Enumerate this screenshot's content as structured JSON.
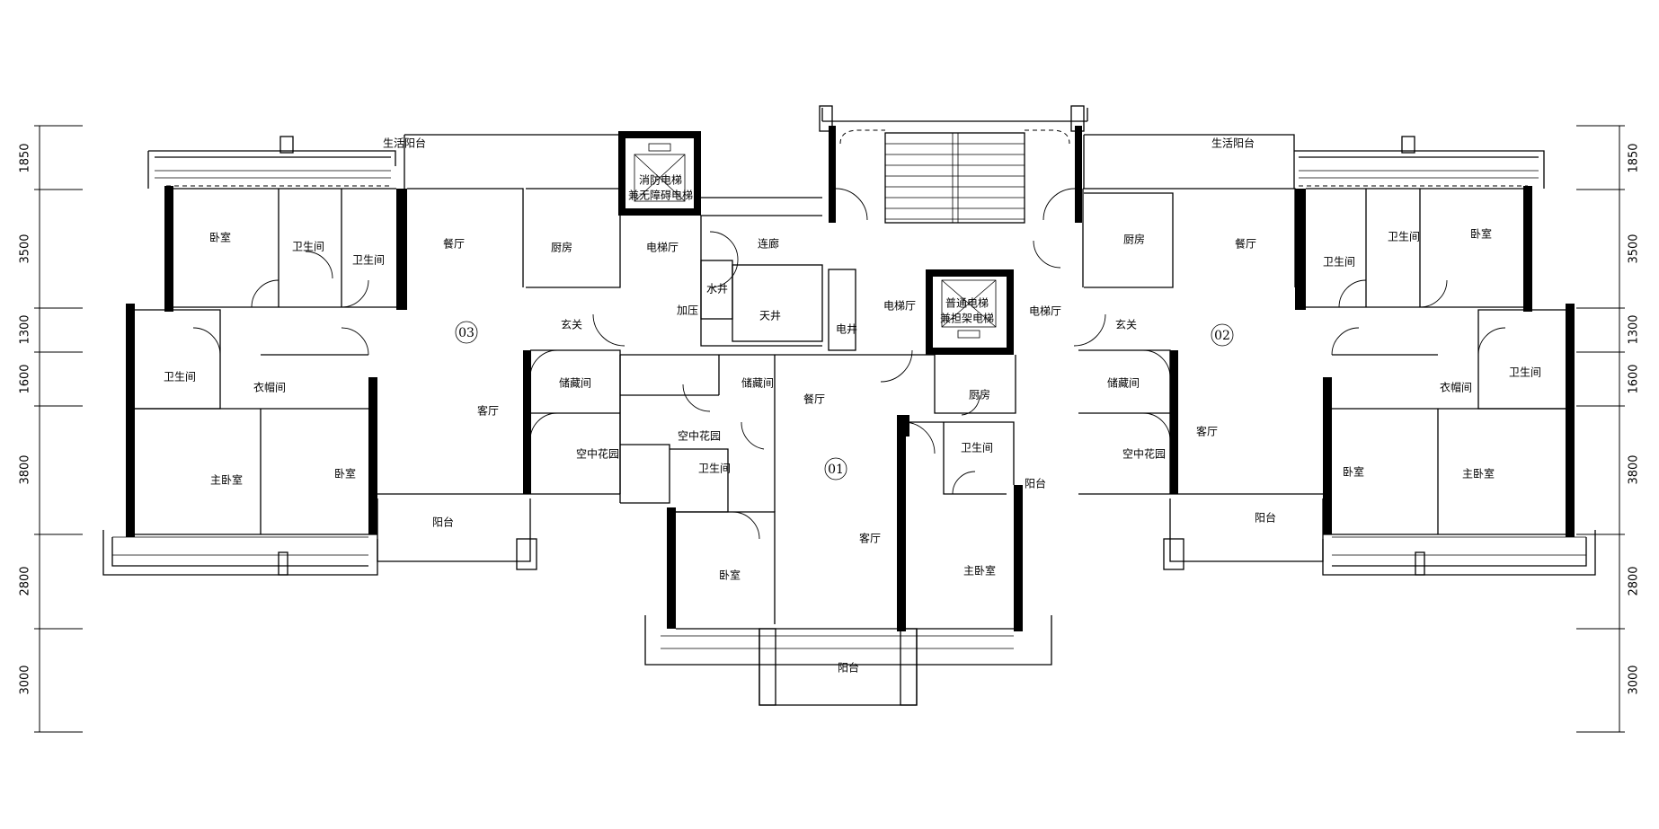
{
  "units": [
    {
      "key": "u1",
      "label": "01"
    },
    {
      "key": "u2",
      "label": "02"
    },
    {
      "key": "u3",
      "label": "03"
    }
  ],
  "dimensions": {
    "left": [
      "1850",
      "3500",
      "1300",
      "1600",
      "3800",
      "2800",
      "3000"
    ],
    "right": [
      "1850",
      "3500",
      "1300",
      "1600",
      "3800",
      "2800",
      "3000"
    ]
  },
  "rooms": {
    "u3": {
      "living_balcony": "生活阳台",
      "bedroom_top": "卧室",
      "bath_a": "卫生间",
      "bath_b": "卫生间",
      "dining": "餐厅",
      "kitchen": "厨房",
      "bath_c": "卫生间",
      "closet": "衣帽间",
      "foyer": "玄关",
      "living": "客厅",
      "storage": "储藏间",
      "sky_garden": "空中花园",
      "master": "主卧室",
      "bedroom": "卧室",
      "balcony": "阳台"
    },
    "core": {
      "fire_elevator_1": "消防电梯",
      "fire_elevator_2": "兼无障碍电梯",
      "lobby_left": "电梯厅",
      "corridor": "连廊",
      "water_shaft": "水井",
      "pressure": "加压",
      "light_well": "天井",
      "elec_shaft": "电井",
      "lobby_mid": "电梯厅",
      "std_elevator_1": "普通电梯",
      "std_elevator_2": "兼担架电梯",
      "lobby_right": "电梯厅"
    },
    "u1": {
      "storage": "储藏间",
      "sky_garden": "空中花园",
      "bath": "卫生间",
      "dining": "餐厅",
      "kitchen": "厨房",
      "bath_b": "卫生间",
      "balcony_small": "阳台",
      "living": "客厅",
      "bedroom": "卧室",
      "master": "主卧室",
      "balcony": "阳台"
    },
    "u2": {
      "living_balcony": "生活阳台",
      "kitchen": "厨房",
      "dining": "餐厅",
      "bath_a": "卫生间",
      "bath_b": "卫生间",
      "bedroom_top": "卧室",
      "foyer": "玄关",
      "storage": "储藏间",
      "sky_garden": "空中花园",
      "living": "客厅",
      "closet": "衣帽间",
      "bath_c": "卫生间",
      "bedroom": "卧室",
      "master": "主卧室",
      "balcony": "阳台"
    }
  }
}
